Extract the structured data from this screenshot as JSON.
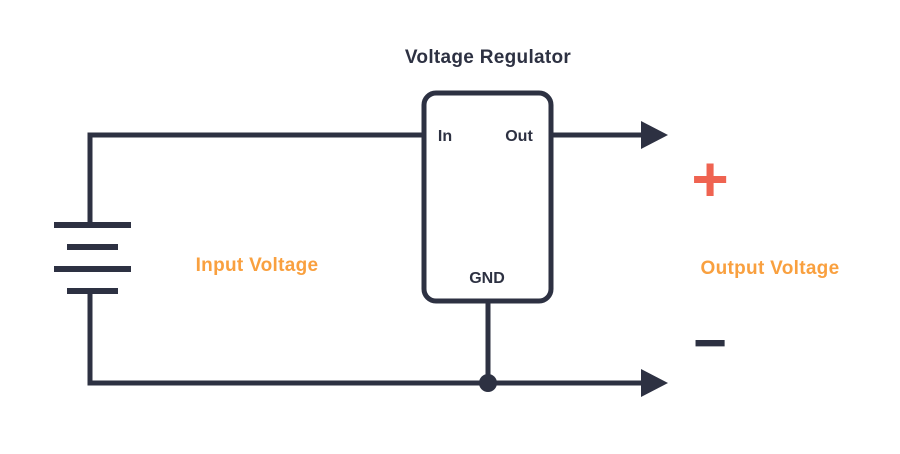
{
  "diagram": {
    "title": "Voltage Regulator",
    "regulator": {
      "pin_in": "In",
      "pin_out": "Out",
      "pin_gnd": "GND"
    },
    "labels": {
      "input_voltage": "Input Voltage",
      "output_voltage": "Output Voltage",
      "plus": "+",
      "minus": "−"
    },
    "icons": {
      "battery": "battery-symbol",
      "arrows": "output-arrowheads",
      "junction": "wire-junction-dot"
    }
  },
  "colors": {
    "wire": "#2d3142",
    "accent-orange": "#f9a03f",
    "plus-red": "#ef6351",
    "background": "#ffffff"
  }
}
